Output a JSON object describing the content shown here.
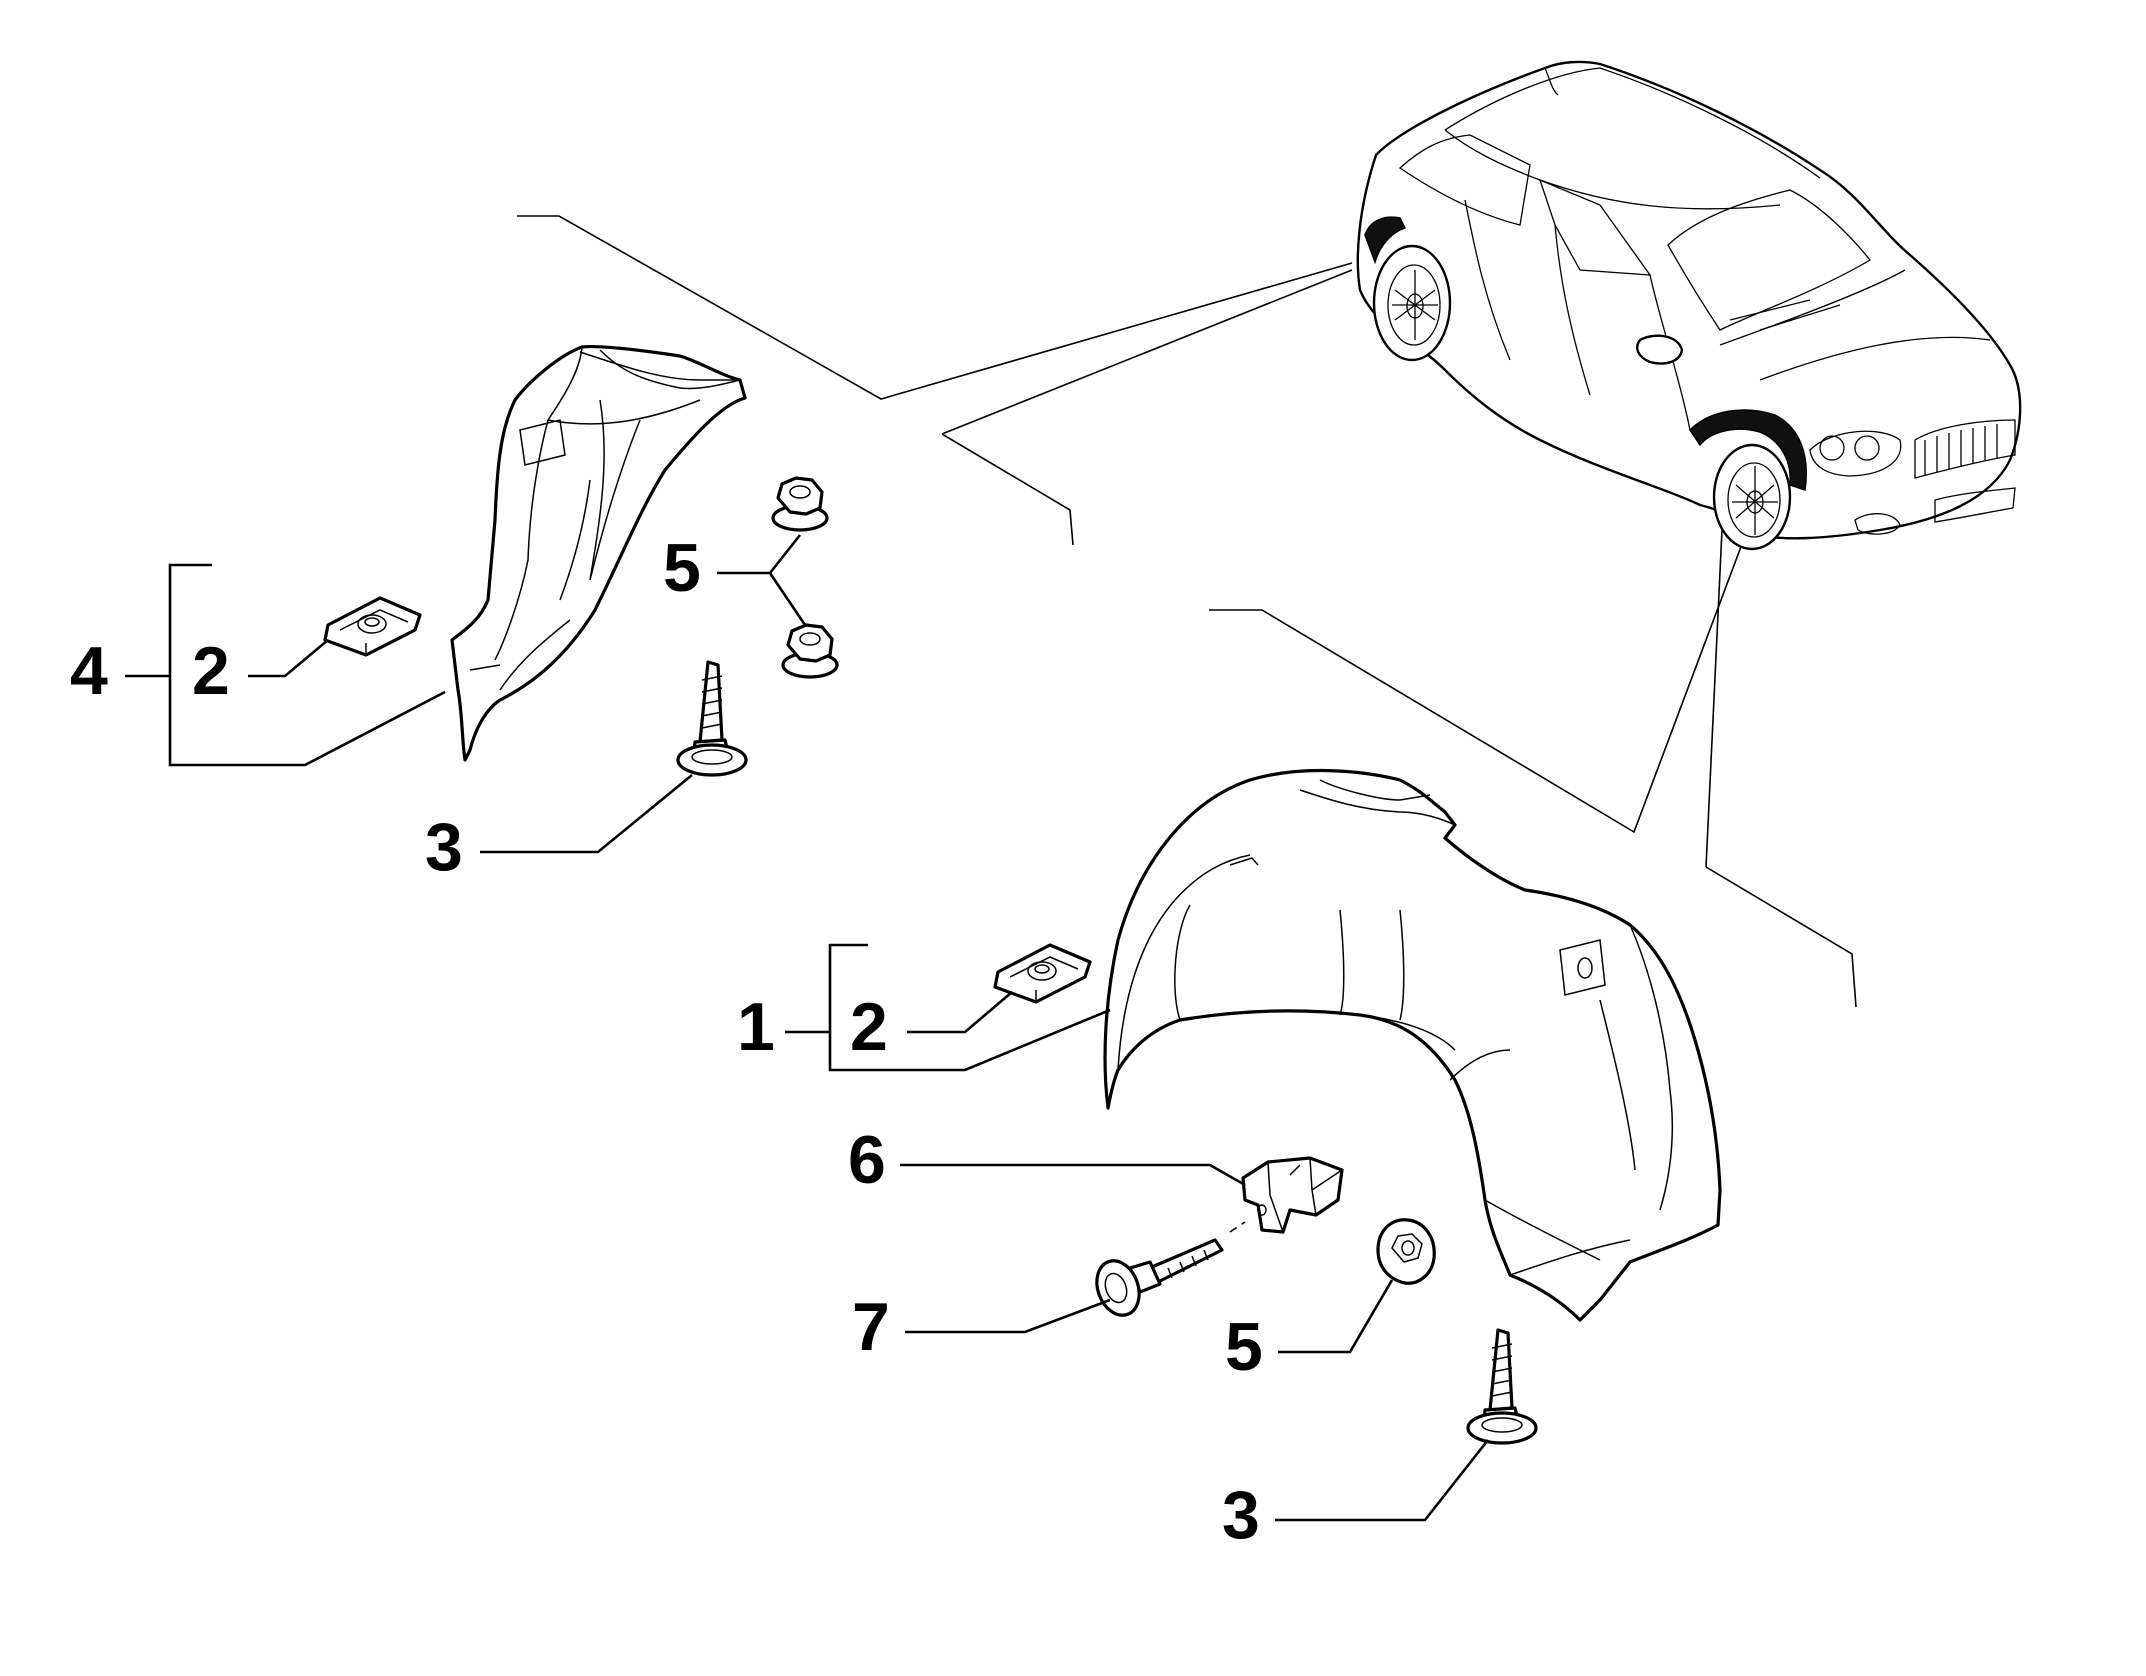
{
  "callouts": {
    "front_group": "1",
    "front_clip": "2",
    "front_screw": "3",
    "front_nut": "5",
    "front_bracket": "6",
    "front_pin": "7",
    "rear_group": "4",
    "rear_clip": "2",
    "rear_screw": "3",
    "rear_nuts": "5"
  },
  "icons": [
    "car-illustration-icon",
    "wheel-liner-front-icon",
    "wheel-liner-rear-icon",
    "clip-nut-icon",
    "screw-icon",
    "flange-nut-icon",
    "bracket-icon",
    "push-pin-icon"
  ]
}
